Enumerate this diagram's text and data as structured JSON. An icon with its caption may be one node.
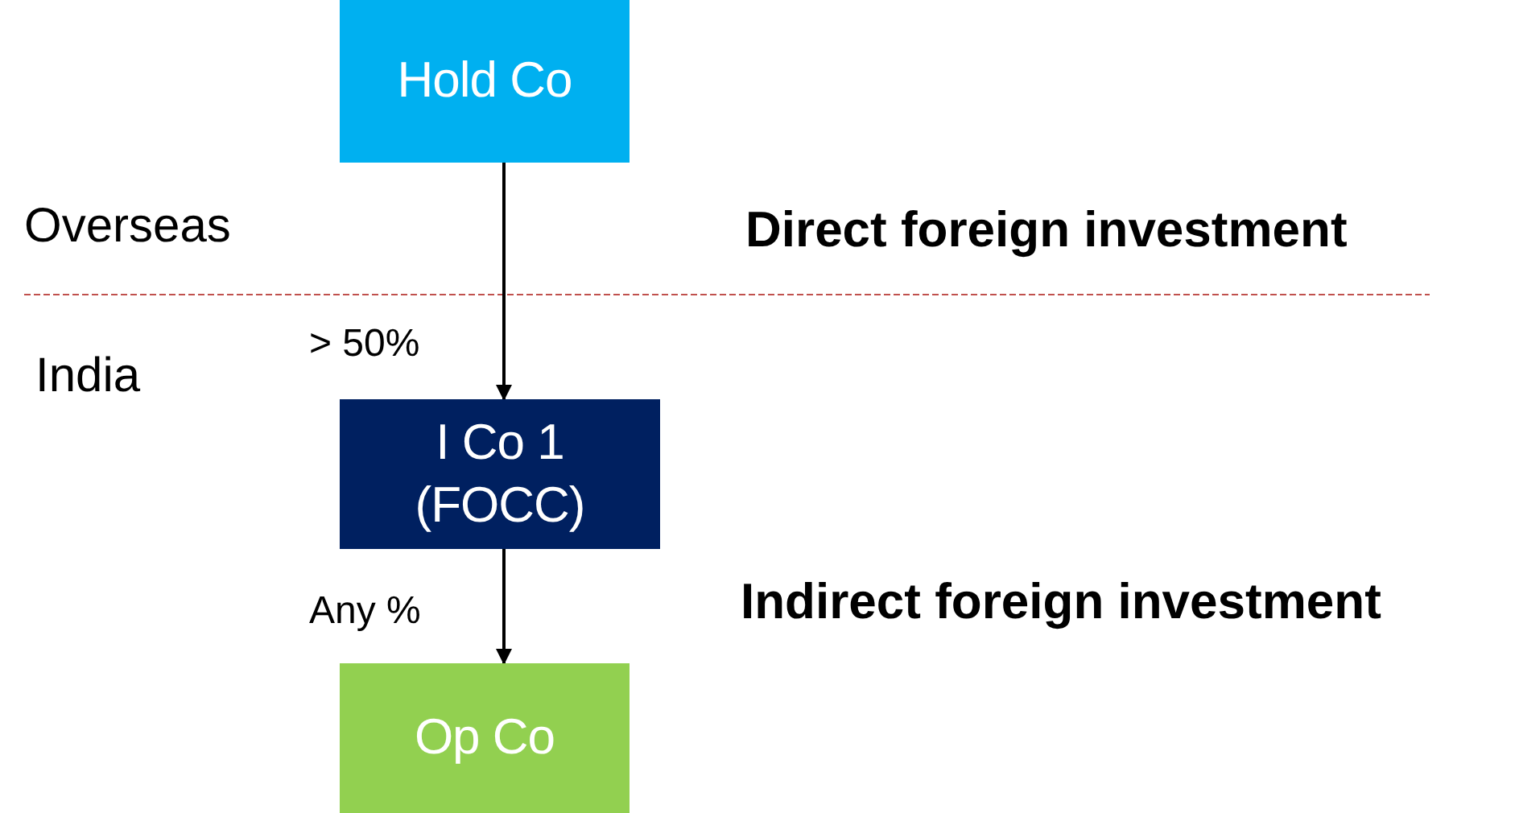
{
  "diagram": {
    "nodes": [
      {
        "text": [
          "Hold Co"
        ]
      },
      {
        "text": [
          "I Co 1 (FOCC)"
        ]
      },
      {
        "text": [
          "Op Co"
        ]
      }
    ],
    "edges": [
      {
        "from": 0,
        "to": 1,
        "arrow": "to",
        "label": "> 50%"
      },
      {
        "from": 1,
        "to": 2,
        "arrow": "to",
        "label": "Any %"
      }
    ],
    "labels": [
      "Overseas",
      "Direct foreign investment",
      "India",
      "Indirect foreign investment"
    ]
  }
}
